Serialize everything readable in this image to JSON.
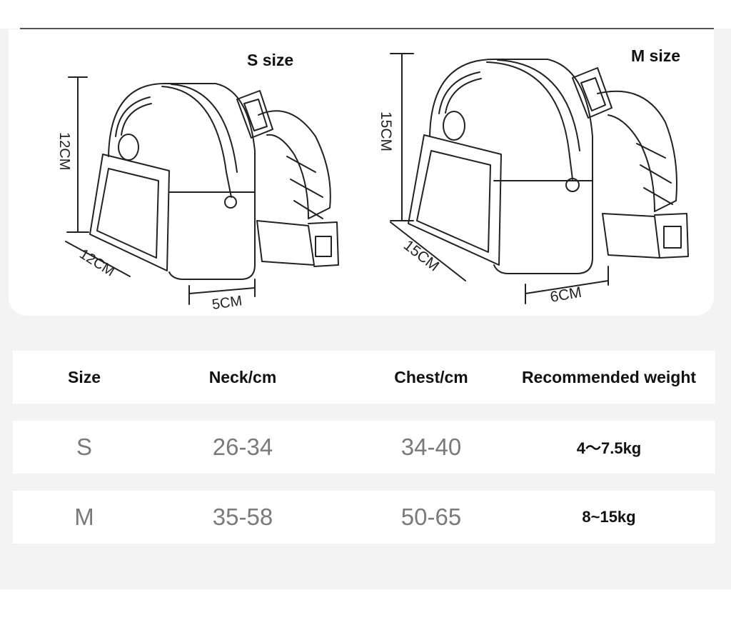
{
  "sizes": {
    "s_label": "S size",
    "m_label": "M size"
  },
  "dimensions": {
    "s_height": "12CM",
    "s_width": "12CM",
    "s_depth": "5CM",
    "m_height": "15CM",
    "m_width": "15CM",
    "m_depth": "6CM"
  },
  "table": {
    "headers": [
      "Size",
      "Neck/cm",
      "Chest/cm",
      "Recommended weight"
    ],
    "rows": [
      {
        "size": "S",
        "neck": "26-34",
        "chest": "34-40",
        "weight": "4～7.5kg"
      },
      {
        "size": "M",
        "neck": "35-58",
        "chest": "50-65",
        "weight": "8~15kg"
      }
    ]
  },
  "colors": {
    "background": "#f3f3f3",
    "card": "#ffffff",
    "line": "#222222",
    "data_text": "#7a7a7a"
  }
}
